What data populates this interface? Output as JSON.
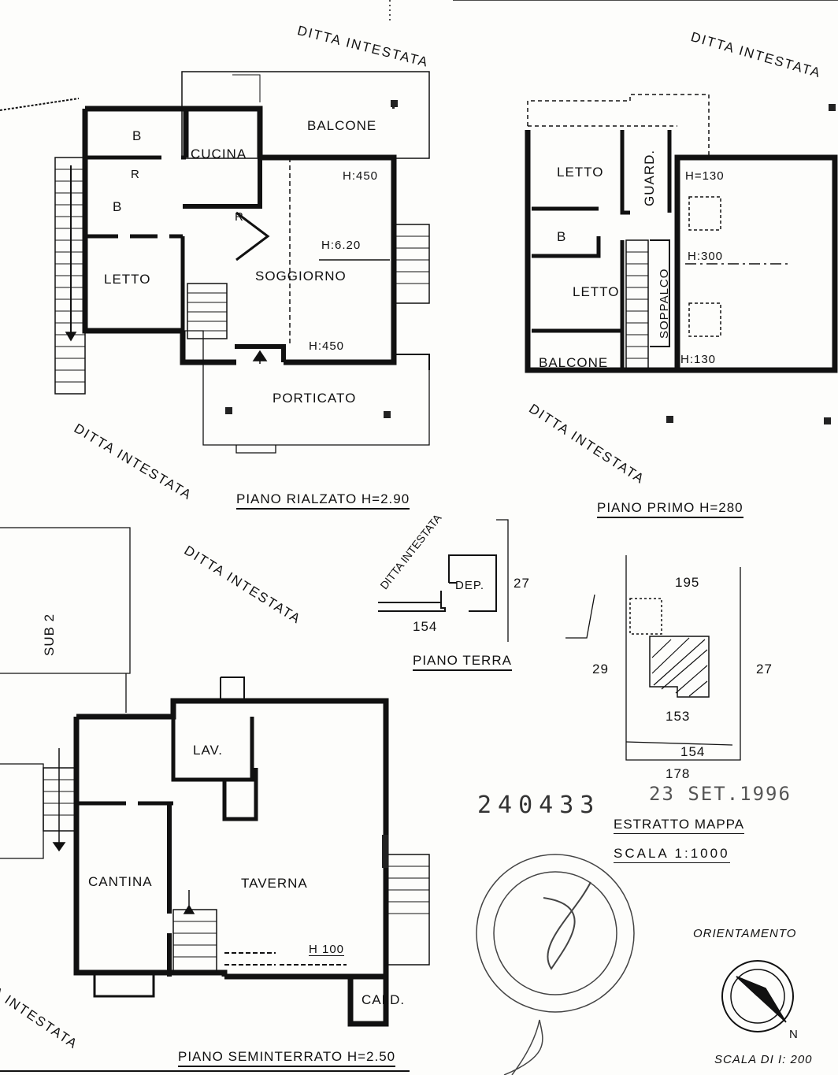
{
  "ditta": "DITTA INTESTATA",
  "piano_rialzato": {
    "title": "PIANO RIALZATO H=2.90",
    "rooms": {
      "b1": "B",
      "b2": "B",
      "r1": "R",
      "r2": "R",
      "cucina": "CUCINA",
      "balcone": "BALCONE",
      "letto": "LETTO",
      "soggiorno": "SOGGIORNO",
      "porticato": "PORTICATO"
    },
    "heights": {
      "h450a": "H:450",
      "h620": "H:6.20",
      "h450b": "H:450"
    }
  },
  "piano_primo": {
    "title": "PIANO PRIMO H=280",
    "rooms": {
      "letto1": "LETTO",
      "guard": "GUARD.",
      "b": "B",
      "letto2": "LETTO",
      "soppalco": "SOPPALCO",
      "balcone": "BALCONE"
    },
    "heights": {
      "h130a": "H=130",
      "h300": "H:300",
      "h130b": "H:130"
    }
  },
  "piano_terra": {
    "title": "PIANO TERRA",
    "dep": "DEP.",
    "n27": "27",
    "n154": "154"
  },
  "piano_seminterrato": {
    "title": "PIANO SEMINTERRATO H=2.50",
    "rooms": {
      "lav": "LAV.",
      "cantina": "CANTINA",
      "taverna": "TAVERNA",
      "cald": "CALD.",
      "h100": "H 100"
    }
  },
  "sub2": "SUB 2",
  "mappa": {
    "n195": "195",
    "n29": "29",
    "n27": "27",
    "n153": "153",
    "n154": "154",
    "n178": "178",
    "title": "ESTRATTO MAPPA",
    "scale": "SCALA 1:1000"
  },
  "stamp": {
    "number": "240433",
    "date": "23 SET.1996"
  },
  "orientamento": "ORIENTAMENTO",
  "north": "N",
  "scala_disegno": "SCALA DI I: 200"
}
